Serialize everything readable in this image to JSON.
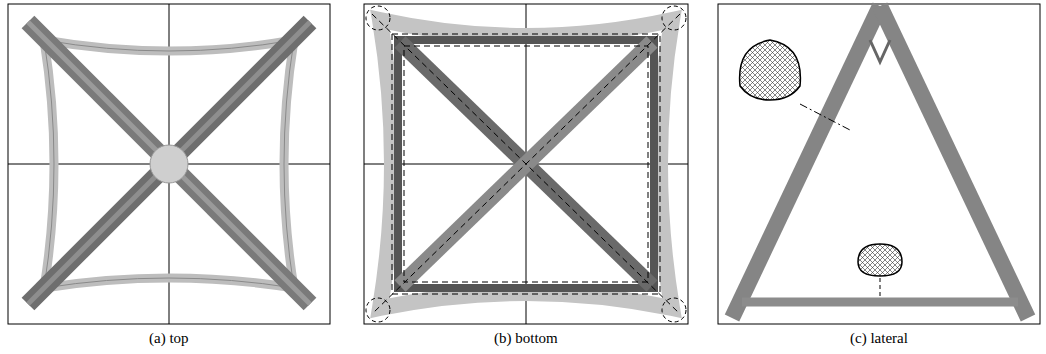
{
  "diagram": {
    "labels": [
      "(a) top",
      "(b) bottom",
      "(c) lateral"
    ]
  }
}
